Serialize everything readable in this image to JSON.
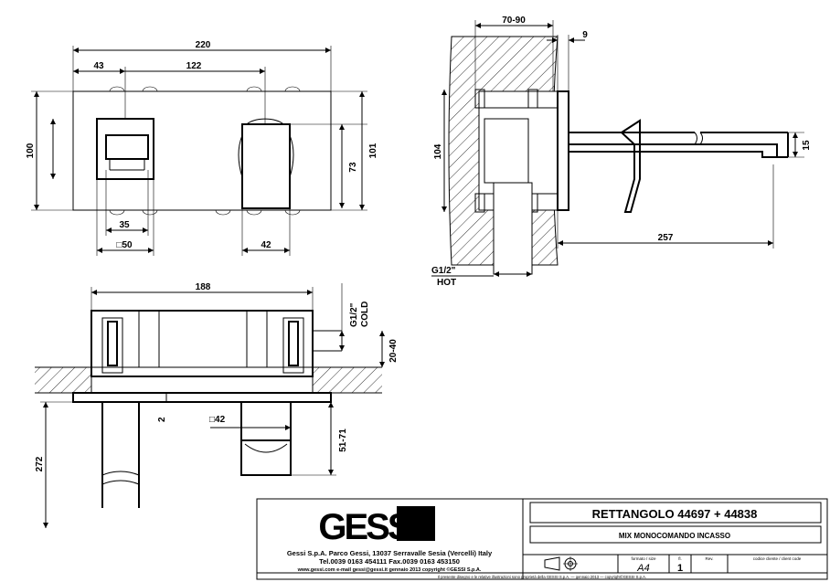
{
  "drawing": {
    "front_view": {
      "overall_width": "220",
      "offset_left": "43",
      "offset_center": "122",
      "plate_height": "100",
      "handle_height": "73",
      "side_height": "101",
      "knob_width": "35",
      "knob_square": "□50",
      "spout_width": "42"
    },
    "side_view": {
      "wall_depth": "70-90",
      "plate_thickness": "9",
      "body_height": "104",
      "spout_length": "257",
      "spout_height": "15",
      "inlet_thread": "G1/2\"",
      "inlet_label": "HOT"
    },
    "top_view": {
      "body_width": "188",
      "inlet_thread": "G1/2\"",
      "inlet_label": "COLD",
      "inlet_range": "20-40",
      "plate_gap": "2",
      "spout_square": "□42",
      "spout_drop": "51-71",
      "depth": "272"
    }
  },
  "title_block": {
    "logo_text": "GESSI",
    "company_line1": "Gessi S.p.A. Parco Gessi, 13037 Serravalle Sesia (Vercelli) Italy",
    "company_line2": "Tel.0039 0163 454111 Fax.0039 0163 453150",
    "company_line3": "www.gessi.com e-mail gessi@gessi.it gennaio 2013 copyright ©GESSI S.p.A.",
    "product_code": "RETTANGOLO 44697 + 44838",
    "product_desc": "MIX MONOCOMANDO INCASSO",
    "format_label": "formato / size",
    "format_value": "A4",
    "sheet_label": "fl.",
    "sheet_value": "1",
    "rev_label": "Rev.",
    "client_label": "codice cliente / client code",
    "footer_note": "Il presente disegno e le relative illustrazioni sono proprietà della GESSI S.p.A. — gennaio 2013 — copyright©GESSI S.p.A."
  }
}
